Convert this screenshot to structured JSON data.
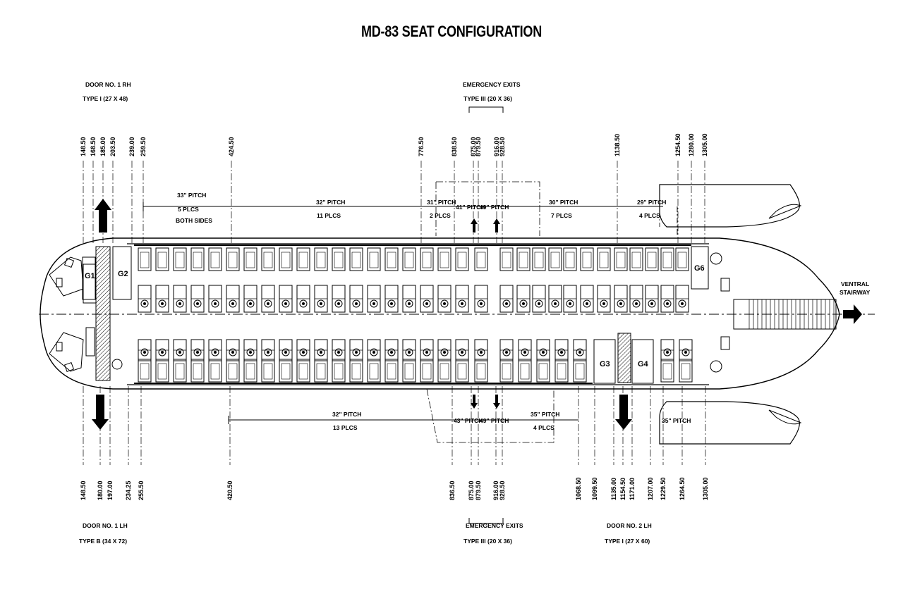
{
  "title": "MD-83 SEAT CONFIGURATION",
  "doors": {
    "door1_rh": [
      "DOOR NO. 1 RH",
      "TYPE I (27 X 48)"
    ],
    "door1_lh": [
      "DOOR NO. 1 LH",
      "TYPE B (34 X 72)"
    ],
    "door2_lh": [
      "DOOR NO. 2 LH",
      "TYPE I (27 X 60)"
    ],
    "exits_top": [
      "EMERGENCY EXITS",
      "TYPE III (20 X 36)"
    ],
    "exits_bottom": [
      "EMERGENCY EXITS",
      "TYPE III (20 X 36)"
    ]
  },
  "ventral": [
    "VENTRAL",
    "STAIRWAY"
  ],
  "galleys": {
    "g1": "G1",
    "g2": "G2",
    "g3": "G3",
    "g4": "G4",
    "g6": "G6"
  },
  "pitch_top": {
    "p33": [
      "33\" PITCH",
      "5 PLCS",
      "BOTH SIDES"
    ],
    "p32": [
      "32\" PITCH",
      "11 PLCS"
    ],
    "p31": [
      "31\" PITCH",
      "2 PLCS"
    ],
    "p41": "41\" PITCH",
    "p49": "49\" PITCH",
    "p30": [
      "30\" PITCH",
      "7 PLCS"
    ],
    "p29": [
      "29\" PITCH",
      "4 PLCS"
    ]
  },
  "pitch_bottom": {
    "p32": [
      "32\" PITCH",
      "13 PLCS"
    ],
    "p43": "43\" PITCH",
    "p49": "49\" PITCH",
    "p35": [
      "35\" PITCH",
      "4 PLCS"
    ],
    "p35b": "35\" PITCH"
  },
  "dims_top": [
    "148.50",
    "168.50",
    "185.00",
    "203.50",
    "239.00",
    "259.50",
    "424.50",
    "776.50",
    "838.50",
    "875.00",
    "879.50",
    "916.00",
    "928.50",
    "1138.50",
    "1254.50",
    "1280.00",
    "1305.00"
  ],
  "dims_bottom": [
    "148.50",
    "180.00",
    "197.00",
    "234.25",
    "255.50",
    "420.50",
    "836.50",
    "875.00",
    "879.50",
    "916.00",
    "928.50",
    "1068.50",
    "1099.50",
    "1135.00",
    "1154.50",
    "1171.00",
    "1207.00",
    "1229.50",
    "1264.50",
    "1305.00"
  ]
}
